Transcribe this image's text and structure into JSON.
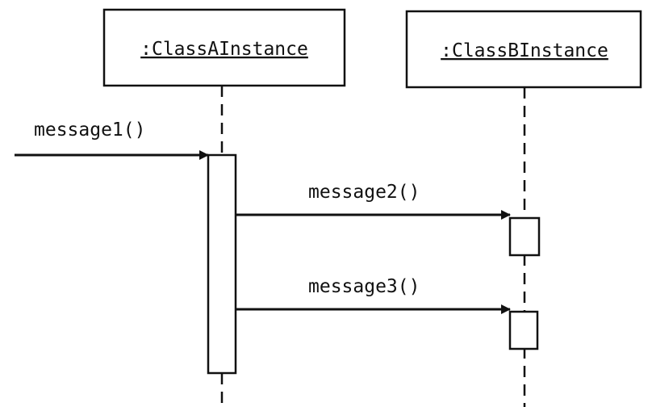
{
  "participants": [
    {
      "id": "a",
      "label": ":ClassAInstance"
    },
    {
      "id": "b",
      "label": ":ClassBInstance"
    }
  ],
  "messages": [
    {
      "id": "m1",
      "label": "message1()",
      "from": "external",
      "to": "a"
    },
    {
      "id": "m2",
      "label": "message2()",
      "from": "a",
      "to": "b"
    },
    {
      "id": "m3",
      "label": "message3()",
      "from": "a",
      "to": "b"
    }
  ],
  "colors": {
    "stroke": "#111111",
    "background": "#ffffff"
  }
}
